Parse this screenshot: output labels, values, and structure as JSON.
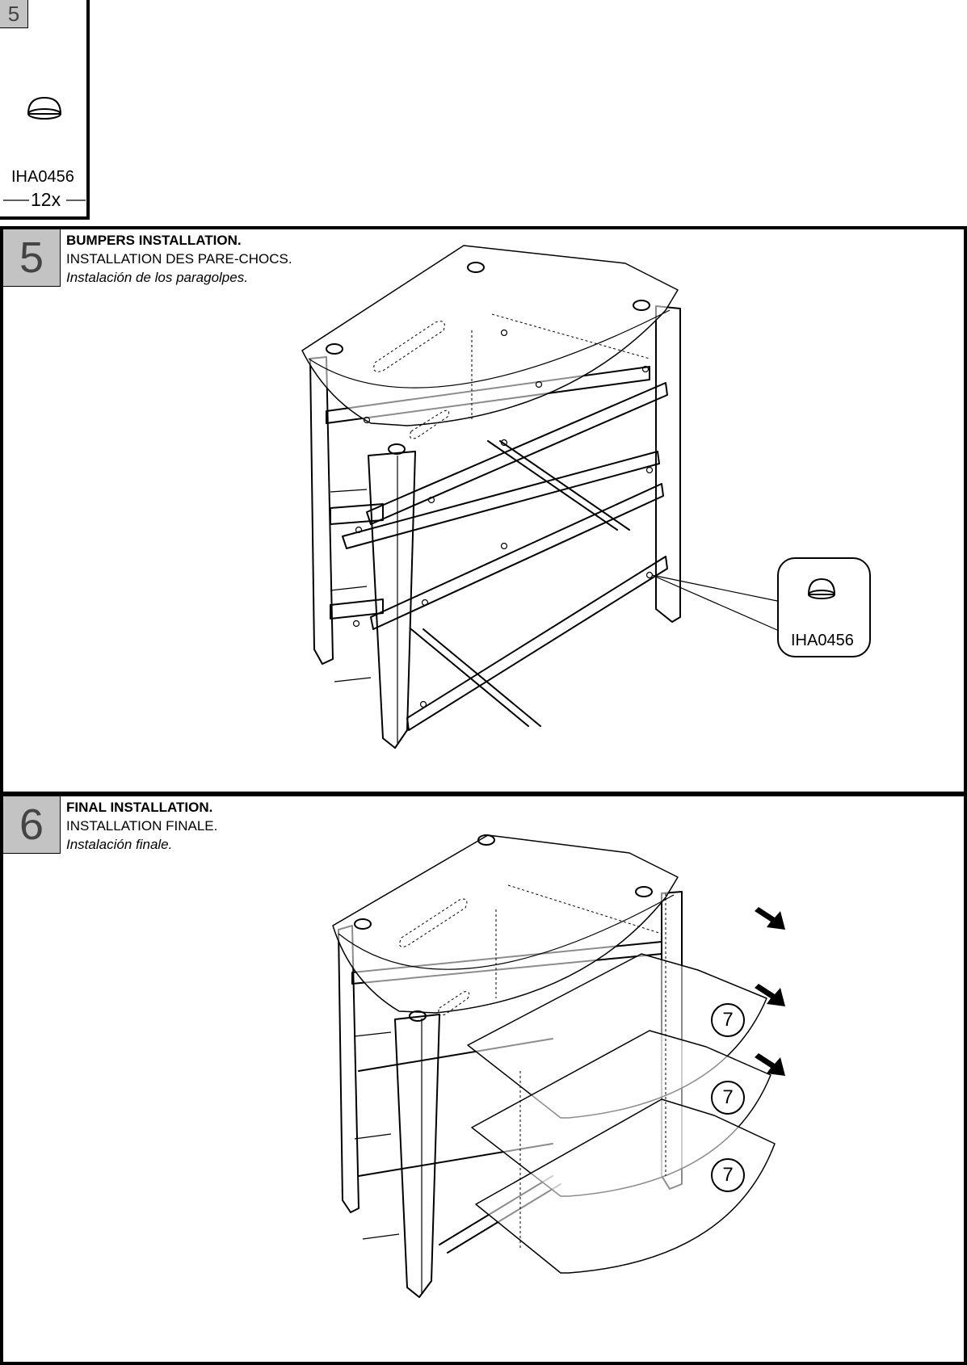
{
  "hardware": {
    "step_number": "5",
    "part_code": "IHA0456",
    "quantity": "12x"
  },
  "step5": {
    "number": "5",
    "title_en": "BUMPERS INSTALLATION.",
    "title_fr": "INSTALLATION DES PARE-CHOCS.",
    "title_es": "Instalación de los paragolpes.",
    "callout_code": "IHA0456"
  },
  "step6": {
    "number": "6",
    "title_en": "FINAL INSTALLATION.",
    "title_fr": "INSTALLATION FINALE.",
    "title_es": "Instalación finale.",
    "shelf_labels": [
      "7",
      "7",
      "7"
    ]
  },
  "icons": [
    "bumper-icon",
    "arrow-icon"
  ]
}
